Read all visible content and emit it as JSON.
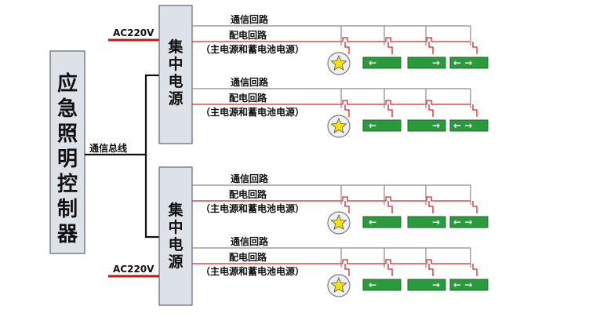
{
  "controller": {
    "chars": [
      "应",
      "急",
      "照",
      "明",
      "控",
      "制",
      "器"
    ]
  },
  "power_supply": {
    "chars": [
      "集",
      "中",
      "电",
      "源"
    ]
  },
  "bus_label": "通信总线",
  "ac_input_label": "AC220V",
  "circuit": {
    "comm_label": "通信回路",
    "power_label": "配电回路",
    "power_sub_label": "（主电源和蓄电池电源）"
  },
  "colors": {
    "comm_line": "#8a8a8a",
    "power_line": "#d8272b",
    "ac_line": "#c01818",
    "exit_sign": "#2a9a3c",
    "lamp_star": "#f5e00a",
    "box_fill": "#dde1e8"
  },
  "fixtures": {
    "lamp_icon": "star-lamp-icon",
    "exit_left_icon": "left-arrow-exit-sign-icon",
    "exit_right_icon": "right-arrow-exit-sign-icon",
    "exit_both_icon": "bidirectional-exit-sign-icon"
  }
}
